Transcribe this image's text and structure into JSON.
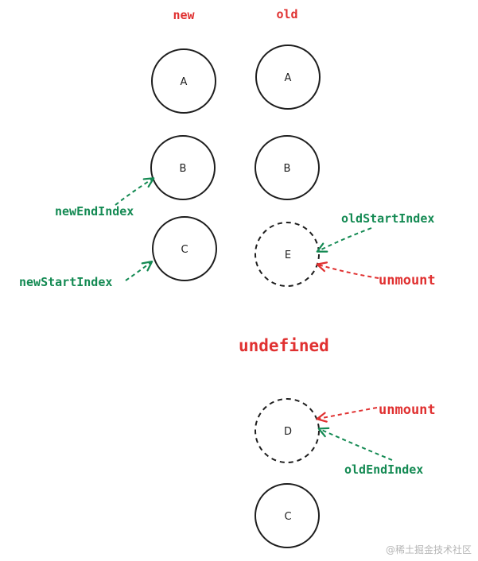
{
  "colors": {
    "red": "#e03131",
    "green": "#148a53",
    "stroke": "#1e1e1e"
  },
  "columns": {
    "new": "new",
    "old": "old"
  },
  "new_nodes": [
    "A",
    "B",
    "C"
  ],
  "old_nodes": [
    "A",
    "B",
    "E",
    "D",
    "C"
  ],
  "pointers": {
    "new_end": "newEndIndex",
    "new_start": "newStartIndex",
    "old_start": "oldStartIndex",
    "old_end": "oldEndIndex",
    "unmount_1": "unmount",
    "unmount_2": "unmount"
  },
  "middle_label": "undefined",
  "watermark": "@稀土掘金技术社区"
}
